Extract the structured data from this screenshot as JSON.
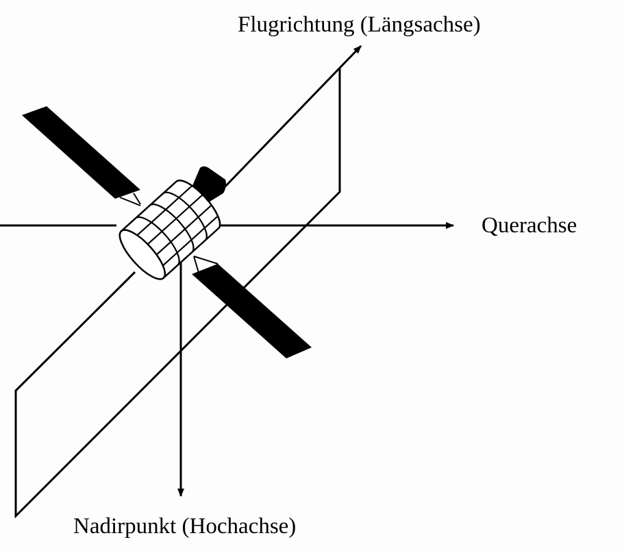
{
  "labels": {
    "flight_direction": "Flugrichtung (Längsachse)",
    "cross_axis": "Querachse",
    "nadir": "Nadirpunkt (Hochachse)"
  },
  "colors": {
    "ink": "#000000",
    "background": "#fdfdfd"
  }
}
